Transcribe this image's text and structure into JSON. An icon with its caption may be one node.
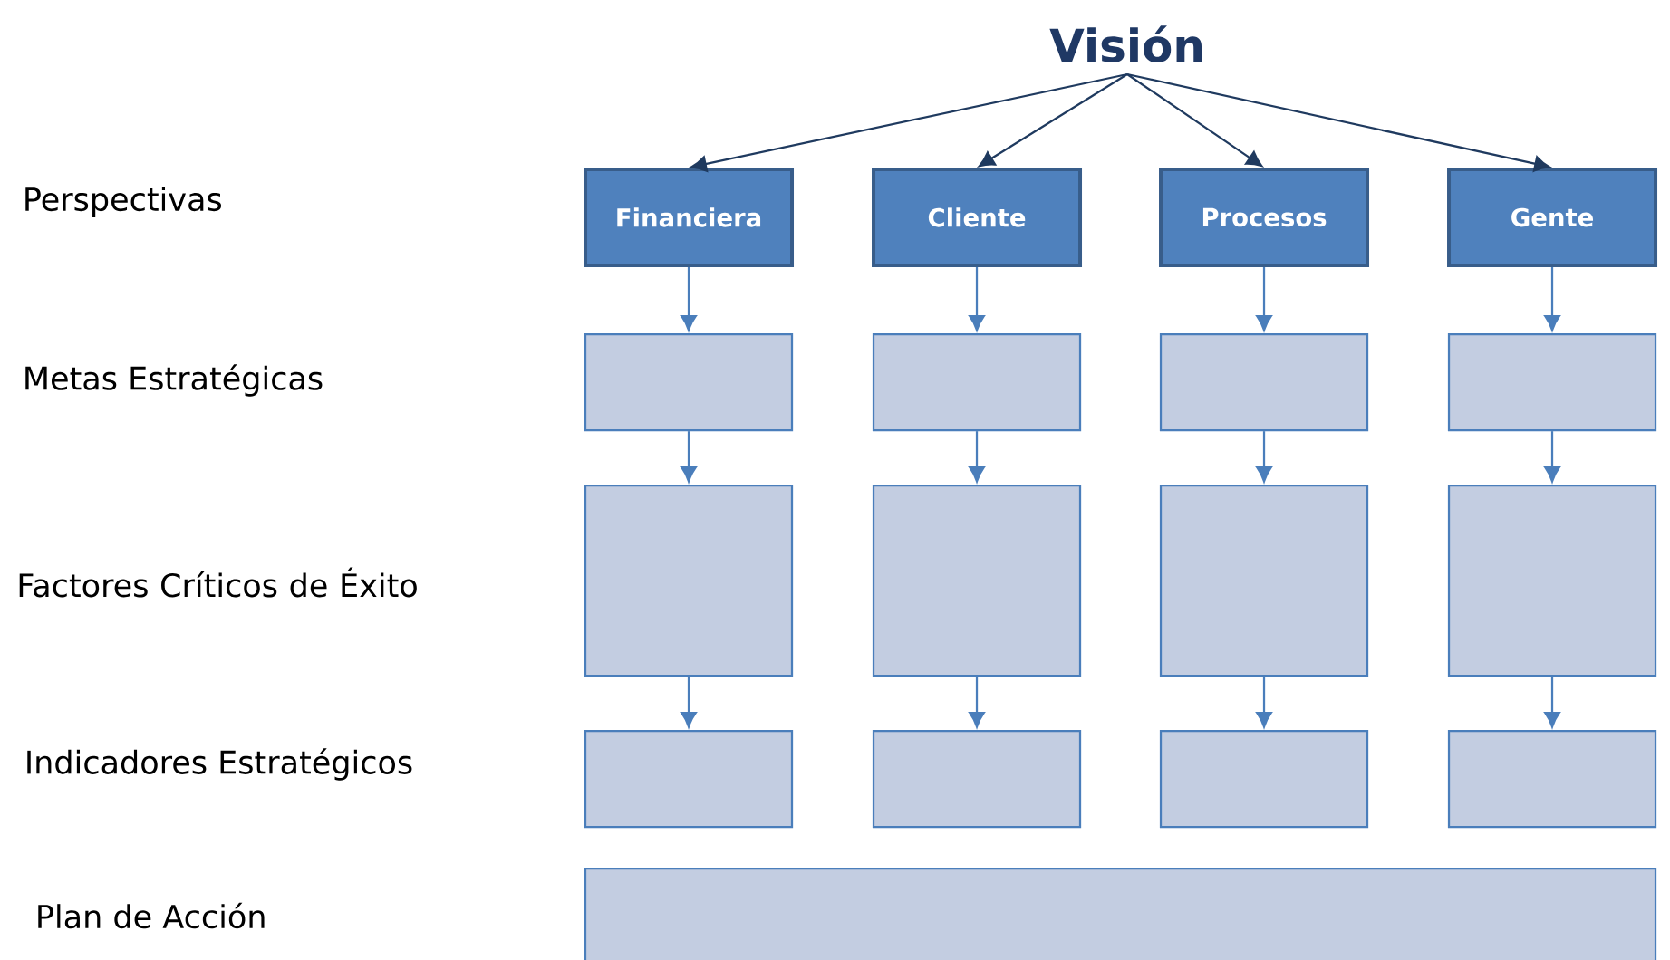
{
  "diagram": {
    "nodes": [
      {
        "text": [
          "Visión"
        ]
      },
      {
        "text": [
          "Financiera"
        ]
      },
      {
        "text": [
          "Cliente"
        ]
      },
      {
        "text": [
          "Procesos"
        ]
      },
      {
        "text": [
          "Gente"
        ]
      },
      {
        "text": [],
        "shape": "box"
      },
      {
        "text": [],
        "shape": "box"
      },
      {
        "text": [],
        "shape": "box"
      },
      {
        "text": [],
        "shape": "box"
      },
      {
        "text": [],
        "shape": "box"
      },
      {
        "text": [],
        "shape": "box"
      },
      {
        "text": [],
        "shape": "box"
      },
      {
        "text": [],
        "shape": "box"
      },
      {
        "text": [],
        "shape": "box"
      },
      {
        "text": [],
        "shape": "box"
      },
      {
        "text": [],
        "shape": "box"
      },
      {
        "text": [],
        "shape": "box"
      },
      {
        "text": [],
        "shape": "box"
      }
    ],
    "edges": [
      {
        "from": 0,
        "to": 1,
        "arrow": "to",
        "color": "#1f3a5f"
      },
      {
        "from": 0,
        "to": 2,
        "arrow": "to",
        "color": "#1f3a5f"
      },
      {
        "from": 0,
        "to": 3,
        "arrow": "to",
        "color": "#1f3a5f"
      },
      {
        "from": 0,
        "to": 4,
        "arrow": "to",
        "color": "#1f3a5f"
      },
      {
        "from": 1,
        "to": 5,
        "arrow": "to"
      },
      {
        "from": 2,
        "to": 6,
        "arrow": "to"
      },
      {
        "from": 3,
        "to": 7,
        "arrow": "to"
      },
      {
        "from": 4,
        "to": 8,
        "arrow": "to"
      },
      {
        "from": 5,
        "to": 9,
        "arrow": "to"
      },
      {
        "from": 6,
        "to": 10,
        "arrow": "to"
      },
      {
        "from": 7,
        "to": 11,
        "arrow": "to"
      },
      {
        "from": 8,
        "to": 12,
        "arrow": "to"
      },
      {
        "from": 9,
        "to": 13,
        "arrow": "to"
      },
      {
        "from": 10,
        "to": 14,
        "arrow": "to"
      },
      {
        "from": 11,
        "to": 15,
        "arrow": "to"
      },
      {
        "from": 12,
        "to": 16,
        "arrow": "to"
      }
    ],
    "labels": [
      "Perspectivas",
      "Metas Estratégicas",
      "Factores Críticos de Éxito",
      "Indicadores Estratégicos",
      "Plan de Acción"
    ]
  }
}
